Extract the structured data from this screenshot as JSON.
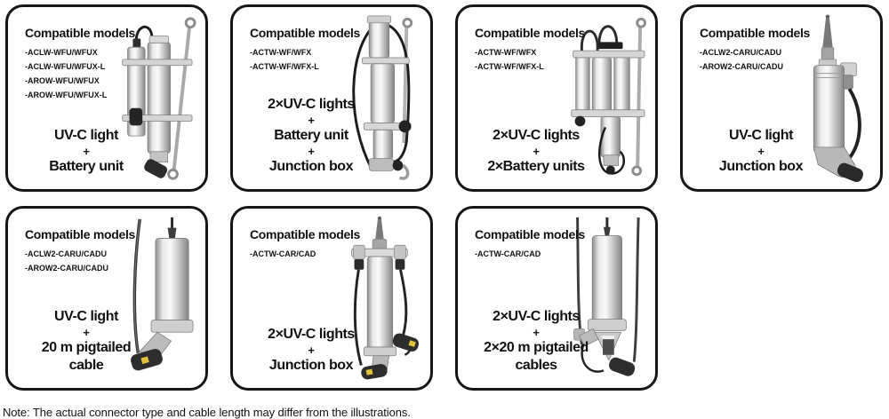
{
  "panels": [
    {
      "heading": "Compatible models",
      "models": [
        "-ACLW-WFU/WFUX",
        "-ACLW-WFU/WFUX-L",
        "-AROW-WFU/WFUX",
        "-AROW-WFU/WFUX-L"
      ],
      "config": [
        "UV-C light",
        "+",
        "Battery unit"
      ],
      "illustration": "uvc-light-with-battery-unit"
    },
    {
      "heading": "Compatible models",
      "models": [
        "-ACTW-WF/WFX",
        "-ACTW-WF/WFX-L"
      ],
      "config": [
        "2×UV-C lights",
        "+",
        "Battery unit",
        "+",
        "Junction box"
      ],
      "illustration": "two-uvc-lights-battery-unit-junction-box"
    },
    {
      "heading": "Compatible models",
      "models": [
        "-ACTW-WF/WFX",
        "-ACTW-WF/WFX-L"
      ],
      "config": [
        "2×UV-C lights",
        "+",
        "2×Battery units"
      ],
      "illustration": "two-uvc-lights-two-battery-units"
    },
    {
      "heading": "Compatible models",
      "models": [
        "-ACLW2-CARU/CADU",
        "-AROW2-CARU/CADU"
      ],
      "config": [
        "UV-C light",
        "+",
        "Junction box"
      ],
      "illustration": "uvc-light-junction-box"
    },
    {
      "heading": "Compatible models",
      "models": [
        "-ACLW2-CARU/CADU",
        "-AROW2-CARU/CADU"
      ],
      "config": [
        "UV-C light",
        "+",
        "20 m pigtailed",
        "cable"
      ],
      "illustration": "uvc-light-pigtailed-cable"
    },
    {
      "heading": "Compatible models",
      "models": [
        "-ACTW-CAR/CAD"
      ],
      "config": [
        "2×UV-C lights",
        "+",
        "Junction box"
      ],
      "illustration": "two-uvc-lights-junction-box"
    },
    {
      "heading": "Compatible models",
      "models": [
        "-ACTW-CAR/CAD"
      ],
      "config": [
        "2×UV-C lights",
        "+",
        "2×20 m pigtailed",
        "cables"
      ],
      "illustration": "two-uvc-lights-two-pigtailed-cables"
    }
  ],
  "note": "Note: The actual connector type and cable length may differ from the illustrations.",
  "colors": {
    "panel_border": "#161616",
    "text": "#111111",
    "background": "#ffffff",
    "warning_sticker": "#e2c23a",
    "cable": "#242424"
  }
}
